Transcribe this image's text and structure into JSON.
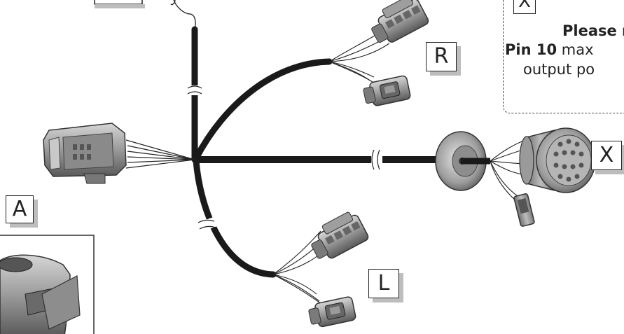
{
  "labels": {
    "a": "A",
    "r": "R",
    "x": "X",
    "l": "L",
    "x_notice": "X"
  },
  "notice": {
    "line1_bold": "Please n",
    "line2_bold": "Pin 10",
    "line2_rest": " max",
    "line3": "output po"
  },
  "colors": {
    "cable": "#1a1a1a",
    "connector_fill": "#8c8c8c",
    "connector_dark": "#555555",
    "label_shadow": "#bdbdbd"
  },
  "icons": [
    "connector-a-icon",
    "connector-r-icon",
    "connector-l-icon",
    "connector-x-icon",
    "grommet-icon",
    "small-plug-icon"
  ]
}
